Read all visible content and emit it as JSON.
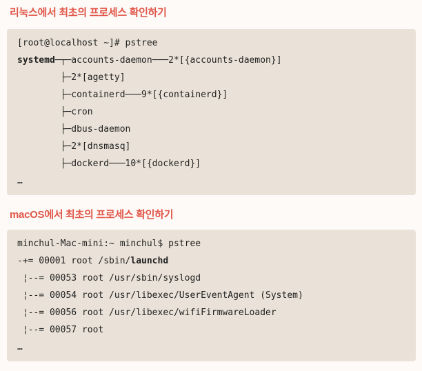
{
  "colors": {
    "page_background": "#fdfaf8",
    "terminal_background": "#eae2d8",
    "terminal_text": "#1f1f1f",
    "heading_accent": "#e15648"
  },
  "sections": [
    {
      "id": "linux",
      "heading": "리눅스에서 최초의 프로세스 확인하기",
      "terminal_lines": [
        [
          {
            "text": "[root@localhost ~]# pstree"
          }
        ],
        [
          {
            "text": "systemd",
            "bold": true
          },
          {
            "text": "─┬─accounts-daemon───2*[{accounts-daemon}]"
          }
        ],
        [
          {
            "text": "        ├─2*[agetty]"
          }
        ],
        [
          {
            "text": "        ├─containerd───9*[{containerd}]"
          }
        ],
        [
          {
            "text": "        ├─cron"
          }
        ],
        [
          {
            "text": "        ├─dbus-daemon"
          }
        ],
        [
          {
            "text": "        ├─2*[dnsmasq]"
          }
        ],
        [
          {
            "text": "        ├─dockerd───10*[{dockerd}]"
          }
        ],
        [
          {
            "text": "…"
          }
        ]
      ]
    },
    {
      "id": "macos",
      "heading": "macOS에서 최초의 프로세스 확인하기",
      "terminal_lines": [
        [
          {
            "text": "minchul-Mac-mini:~ minchul$ pstree"
          }
        ],
        [
          {
            "text": "-+= 00001 root /sbin/"
          },
          {
            "text": "launchd",
            "bold": true
          }
        ],
        [
          {
            "text": " ¦--= 00053 root /usr/sbin/syslogd"
          }
        ],
        [
          {
            "text": " ¦--= 00054 root /usr/libexec/UserEventAgent (System)"
          }
        ],
        [
          {
            "text": " ¦--= 00056 root /usr/libexec/wifiFirmwareLoader"
          }
        ],
        [
          {
            "text": " ¦--= 00057 root"
          }
        ],
        [
          {
            "text": "…"
          }
        ]
      ]
    }
  ]
}
